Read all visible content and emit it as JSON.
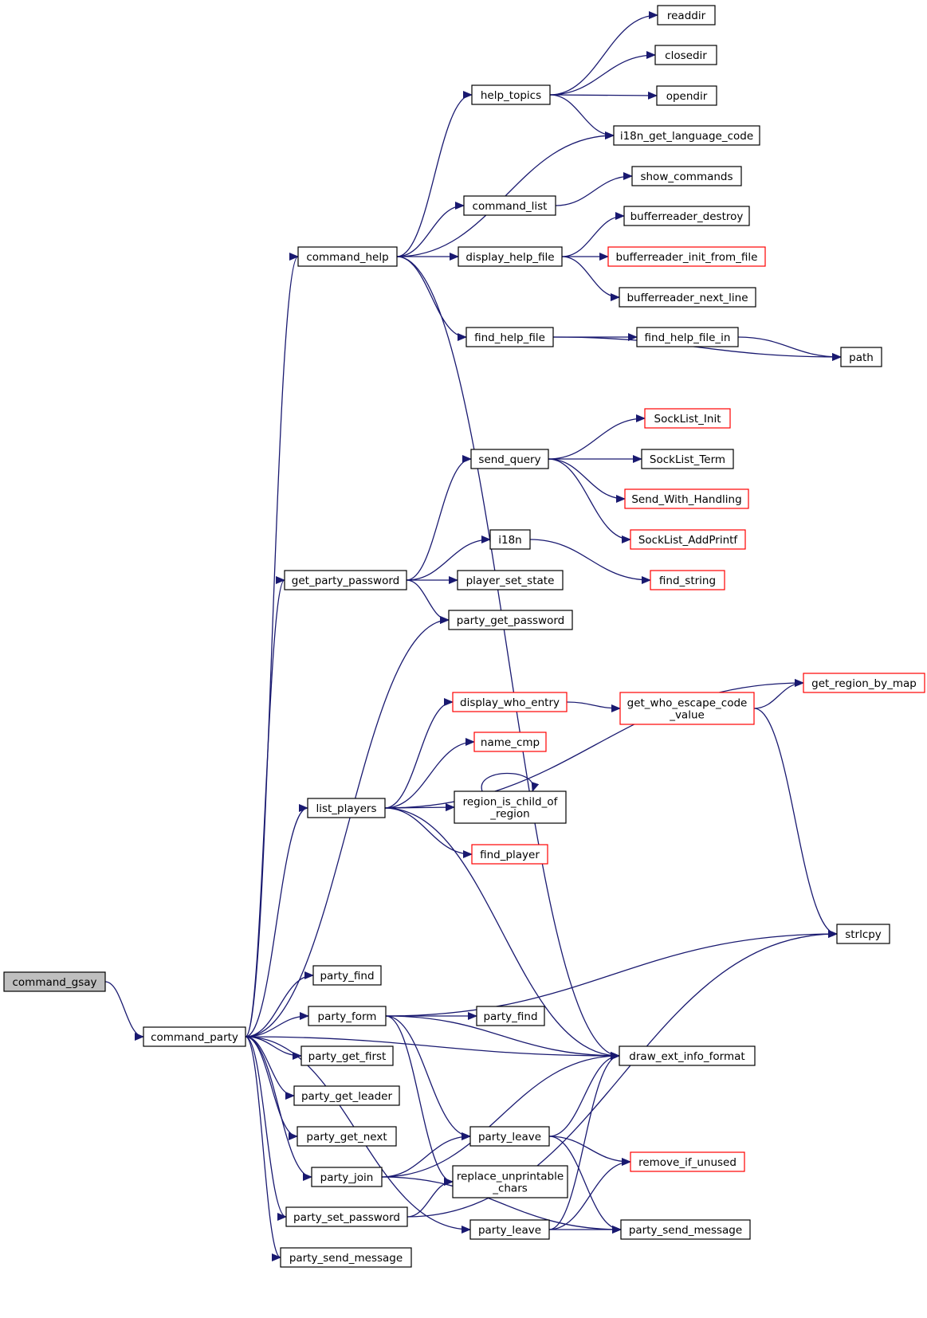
{
  "colors": {
    "edge": "#191970",
    "border": "#000000",
    "border_incomplete": "#ff0000",
    "root_fill": "#bfbfbf",
    "node_fill": "#ffffff"
  },
  "nodes": [
    {
      "id": "command_gsay",
      "lines": [
        "command_gsay"
      ],
      "style": "root"
    },
    {
      "id": "command_party",
      "lines": [
        "command_party"
      ],
      "style": "normal"
    },
    {
      "id": "command_help",
      "lines": [
        "command_help"
      ],
      "style": "normal"
    },
    {
      "id": "help_topics",
      "lines": [
        "help_topics"
      ],
      "style": "normal"
    },
    {
      "id": "readdir",
      "lines": [
        "readdir"
      ],
      "style": "normal"
    },
    {
      "id": "closedir",
      "lines": [
        "closedir"
      ],
      "style": "normal"
    },
    {
      "id": "opendir",
      "lines": [
        "opendir"
      ],
      "style": "normal"
    },
    {
      "id": "i18n_get_language_code",
      "lines": [
        "i18n_get_language_code"
      ],
      "style": "normal"
    },
    {
      "id": "command_list",
      "lines": [
        "command_list"
      ],
      "style": "normal"
    },
    {
      "id": "show_commands",
      "lines": [
        "show_commands"
      ],
      "style": "normal"
    },
    {
      "id": "display_help_file",
      "lines": [
        "display_help_file"
      ],
      "style": "normal"
    },
    {
      "id": "bufferreader_destroy",
      "lines": [
        "bufferreader_destroy"
      ],
      "style": "normal"
    },
    {
      "id": "bufferreader_init_from_file",
      "lines": [
        "bufferreader_init_from_file"
      ],
      "style": "red"
    },
    {
      "id": "bufferreader_next_line",
      "lines": [
        "bufferreader_next_line"
      ],
      "style": "normal"
    },
    {
      "id": "find_help_file",
      "lines": [
        "find_help_file"
      ],
      "style": "normal"
    },
    {
      "id": "find_help_file_in",
      "lines": [
        "find_help_file_in"
      ],
      "style": "normal"
    },
    {
      "id": "path",
      "lines": [
        "path"
      ],
      "style": "normal"
    },
    {
      "id": "send_query",
      "lines": [
        "send_query"
      ],
      "style": "normal"
    },
    {
      "id": "SockList_Init",
      "lines": [
        "SockList_Init"
      ],
      "style": "red"
    },
    {
      "id": "SockList_Term",
      "lines": [
        "SockList_Term"
      ],
      "style": "normal"
    },
    {
      "id": "Send_With_Handling",
      "lines": [
        "Send_With_Handling"
      ],
      "style": "red"
    },
    {
      "id": "SockList_AddPrintf",
      "lines": [
        "SockList_AddPrintf"
      ],
      "style": "red"
    },
    {
      "id": "i18n",
      "lines": [
        "i18n"
      ],
      "style": "normal"
    },
    {
      "id": "find_string",
      "lines": [
        "find_string"
      ],
      "style": "red"
    },
    {
      "id": "get_party_password",
      "lines": [
        "get_party_password"
      ],
      "style": "normal"
    },
    {
      "id": "player_set_state",
      "lines": [
        "player_set_state"
      ],
      "style": "normal"
    },
    {
      "id": "party_get_password",
      "lines": [
        "party_get_password"
      ],
      "style": "normal"
    },
    {
      "id": "get_region_by_map",
      "lines": [
        "get_region_by_map"
      ],
      "style": "red"
    },
    {
      "id": "display_who_entry",
      "lines": [
        "display_who_entry"
      ],
      "style": "red"
    },
    {
      "id": "get_who_escape_code_value",
      "lines": [
        "get_who_escape_code",
        "_value"
      ],
      "style": "red"
    },
    {
      "id": "name_cmp",
      "lines": [
        "name_cmp"
      ],
      "style": "red"
    },
    {
      "id": "list_players",
      "lines": [
        "list_players"
      ],
      "style": "normal"
    },
    {
      "id": "region_is_child_of_region",
      "lines": [
        "region_is_child_of",
        "_region"
      ],
      "style": "normal"
    },
    {
      "id": "find_player",
      "lines": [
        "find_player"
      ],
      "style": "red"
    },
    {
      "id": "strlcpy",
      "lines": [
        "strlcpy"
      ],
      "style": "normal"
    },
    {
      "id": "party_find_a",
      "lines": [
        "party_find"
      ],
      "style": "normal"
    },
    {
      "id": "party_form",
      "lines": [
        "party_form"
      ],
      "style": "normal"
    },
    {
      "id": "party_find_b",
      "lines": [
        "party_find"
      ],
      "style": "normal"
    },
    {
      "id": "draw_ext_info_format",
      "lines": [
        "draw_ext_info_format"
      ],
      "style": "normal"
    },
    {
      "id": "party_get_first",
      "lines": [
        "party_get_first"
      ],
      "style": "normal"
    },
    {
      "id": "party_get_leader",
      "lines": [
        "party_get_leader"
      ],
      "style": "normal"
    },
    {
      "id": "party_get_next",
      "lines": [
        "party_get_next"
      ],
      "style": "normal"
    },
    {
      "id": "party_leave_a",
      "lines": [
        "party_leave"
      ],
      "style": "normal"
    },
    {
      "id": "remove_if_unused",
      "lines": [
        "remove_if_unused"
      ],
      "style": "red"
    },
    {
      "id": "party_join",
      "lines": [
        "party_join"
      ],
      "style": "normal"
    },
    {
      "id": "replace_unprintable_chars",
      "lines": [
        "replace_unprintable",
        "_chars"
      ],
      "style": "normal"
    },
    {
      "id": "party_set_password",
      "lines": [
        "party_set_password"
      ],
      "style": "normal"
    },
    {
      "id": "party_leave_b",
      "lines": [
        "party_leave"
      ],
      "style": "normal"
    },
    {
      "id": "party_send_message_b",
      "lines": [
        "party_send_message"
      ],
      "style": "normal"
    },
    {
      "id": "party_send_message_a",
      "lines": [
        "party_send_message"
      ],
      "style": "normal"
    }
  ],
  "edges": [
    {
      "from": "command_gsay",
      "to": "command_party"
    },
    {
      "from": "command_party",
      "to": "command_help"
    },
    {
      "from": "command_party",
      "to": "get_party_password"
    },
    {
      "from": "command_party",
      "to": "party_get_password"
    },
    {
      "from": "command_party",
      "to": "list_players"
    },
    {
      "from": "command_party",
      "to": "draw_ext_info_format"
    },
    {
      "from": "command_party",
      "to": "party_find_a"
    },
    {
      "from": "command_party",
      "to": "party_form"
    },
    {
      "from": "command_party",
      "to": "party_get_first"
    },
    {
      "from": "command_party",
      "to": "party_get_leader"
    },
    {
      "from": "command_party",
      "to": "party_get_next"
    },
    {
      "from": "command_party",
      "to": "party_join"
    },
    {
      "from": "command_party",
      "to": "party_set_password"
    },
    {
      "from": "command_party",
      "to": "party_send_message_a"
    },
    {
      "from": "command_party",
      "to": "party_leave_b"
    },
    {
      "from": "command_help",
      "to": "help_topics"
    },
    {
      "from": "command_help",
      "to": "i18n_get_language_code"
    },
    {
      "from": "command_help",
      "to": "command_list"
    },
    {
      "from": "command_help",
      "to": "display_help_file"
    },
    {
      "from": "command_help",
      "to": "find_help_file"
    },
    {
      "from": "command_help",
      "to": "draw_ext_info_format"
    },
    {
      "from": "help_topics",
      "to": "readdir"
    },
    {
      "from": "help_topics",
      "to": "closedir"
    },
    {
      "from": "help_topics",
      "to": "opendir"
    },
    {
      "from": "help_topics",
      "to": "i18n_get_language_code"
    },
    {
      "from": "command_list",
      "to": "show_commands"
    },
    {
      "from": "display_help_file",
      "to": "bufferreader_destroy"
    },
    {
      "from": "display_help_file",
      "to": "bufferreader_init_from_file"
    },
    {
      "from": "display_help_file",
      "to": "bufferreader_next_line"
    },
    {
      "from": "find_help_file",
      "to": "find_help_file_in"
    },
    {
      "from": "find_help_file",
      "to": "path"
    },
    {
      "from": "find_help_file_in",
      "to": "path"
    },
    {
      "from": "get_party_password",
      "to": "send_query"
    },
    {
      "from": "get_party_password",
      "to": "i18n"
    },
    {
      "from": "get_party_password",
      "to": "player_set_state"
    },
    {
      "from": "get_party_password",
      "to": "party_get_password"
    },
    {
      "from": "send_query",
      "to": "SockList_Init"
    },
    {
      "from": "send_query",
      "to": "SockList_Term"
    },
    {
      "from": "send_query",
      "to": "Send_With_Handling"
    },
    {
      "from": "send_query",
      "to": "SockList_AddPrintf"
    },
    {
      "from": "i18n",
      "to": "find_string"
    },
    {
      "from": "list_players",
      "to": "display_who_entry"
    },
    {
      "from": "list_players",
      "to": "get_region_by_map"
    },
    {
      "from": "list_players",
      "to": "name_cmp"
    },
    {
      "from": "list_players",
      "to": "region_is_child_of_region"
    },
    {
      "from": "list_players",
      "to": "find_player"
    },
    {
      "from": "list_players",
      "to": "draw_ext_info_format"
    },
    {
      "from": "display_who_entry",
      "to": "get_who_escape_code_value"
    },
    {
      "from": "get_who_escape_code_value",
      "to": "get_region_by_map"
    },
    {
      "from": "get_who_escape_code_value",
      "to": "strlcpy"
    },
    {
      "from": "region_is_child_of_region",
      "to": "region_is_child_of_region"
    },
    {
      "from": "party_form",
      "to": "strlcpy"
    },
    {
      "from": "party_form",
      "to": "party_find_b"
    },
    {
      "from": "party_form",
      "to": "draw_ext_info_format"
    },
    {
      "from": "party_form",
      "to": "party_leave_a"
    },
    {
      "from": "party_form",
      "to": "replace_unprintable_chars"
    },
    {
      "from": "party_leave_a",
      "to": "draw_ext_info_format"
    },
    {
      "from": "party_leave_a",
      "to": "remove_if_unused"
    },
    {
      "from": "party_leave_a",
      "to": "party_send_message_b"
    },
    {
      "from": "party_join",
      "to": "draw_ext_info_format"
    },
    {
      "from": "party_join",
      "to": "party_leave_a"
    },
    {
      "from": "party_join",
      "to": "party_send_message_b"
    },
    {
      "from": "party_set_password",
      "to": "replace_unprintable_chars"
    },
    {
      "from": "party_set_password",
      "to": "strlcpy"
    },
    {
      "from": "party_leave_b",
      "to": "draw_ext_info_format"
    },
    {
      "from": "party_leave_b",
      "to": "remove_if_unused"
    },
    {
      "from": "party_leave_b",
      "to": "party_send_message_b"
    }
  ]
}
